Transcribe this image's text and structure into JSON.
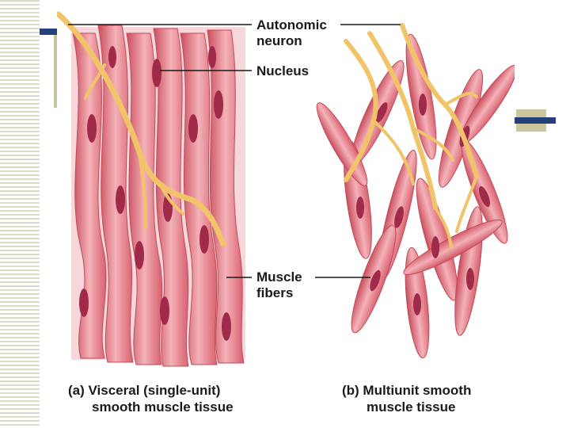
{
  "labels": {
    "neuron_line1": "Autonomic",
    "neuron_line2": "neuron",
    "nucleus": "Nucleus",
    "fibers_line1": "Muscle",
    "fibers_line2": "fibers"
  },
  "captions": {
    "a_line1": "(a) Visceral (single-unit)",
    "a_line2": "smooth muscle tissue",
    "b_line1": "(b) Multiunit smooth",
    "b_line2": "muscle tissue"
  },
  "colors": {
    "muscle_fill": "#e98a93",
    "muscle_edge": "#c24a57",
    "nucleus": "#a02a4a",
    "neuron": "#f2c46a",
    "accent_navy": "#25407a",
    "accent_tan": "#c9c69c"
  }
}
